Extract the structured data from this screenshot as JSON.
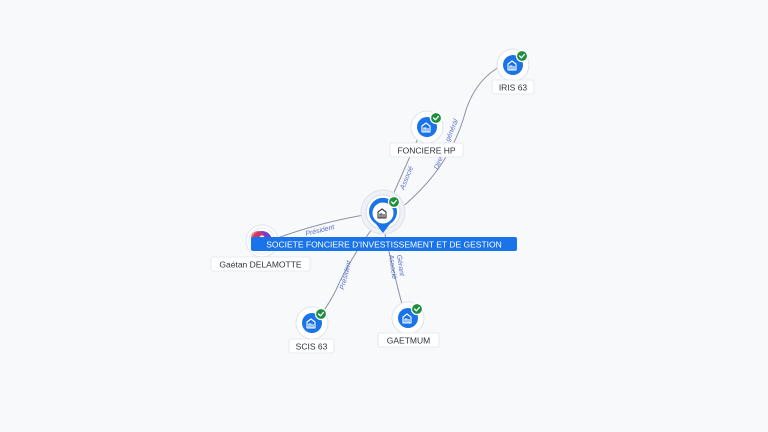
{
  "graph": {
    "main_node": {
      "label": "SOCIETE FONCIERE D'INVESTISSEMENT ET DE GESTION",
      "verified": true,
      "icon": "building-icon"
    },
    "nodes": [
      {
        "id": "iris63",
        "label": "IRIS 63",
        "verified": true,
        "icon": "building-icon"
      },
      {
        "id": "fonciere_hp",
        "label": "FONCIERE HP",
        "verified": true,
        "icon": "building-icon"
      },
      {
        "id": "gaetan",
        "label": "Gaétan DELAMOTTE",
        "verified": false,
        "icon": "person-icon"
      },
      {
        "id": "scis63",
        "label": "SCIS 63",
        "verified": true,
        "icon": "building-icon"
      },
      {
        "id": "gaetmum",
        "label": "GAETMUM",
        "verified": true,
        "icon": "building-icon"
      }
    ],
    "edges": [
      {
        "label": "Directeur général"
      },
      {
        "label": "Associé"
      },
      {
        "label": "Président"
      },
      {
        "label": "Président"
      },
      {
        "label": "Gérant"
      },
      {
        "label": "Associé"
      }
    ],
    "colors": {
      "accent": "#1a73e8",
      "verified": "#1e8e3e",
      "person": "#6b3fd6",
      "edge": "#8a93a6"
    }
  }
}
